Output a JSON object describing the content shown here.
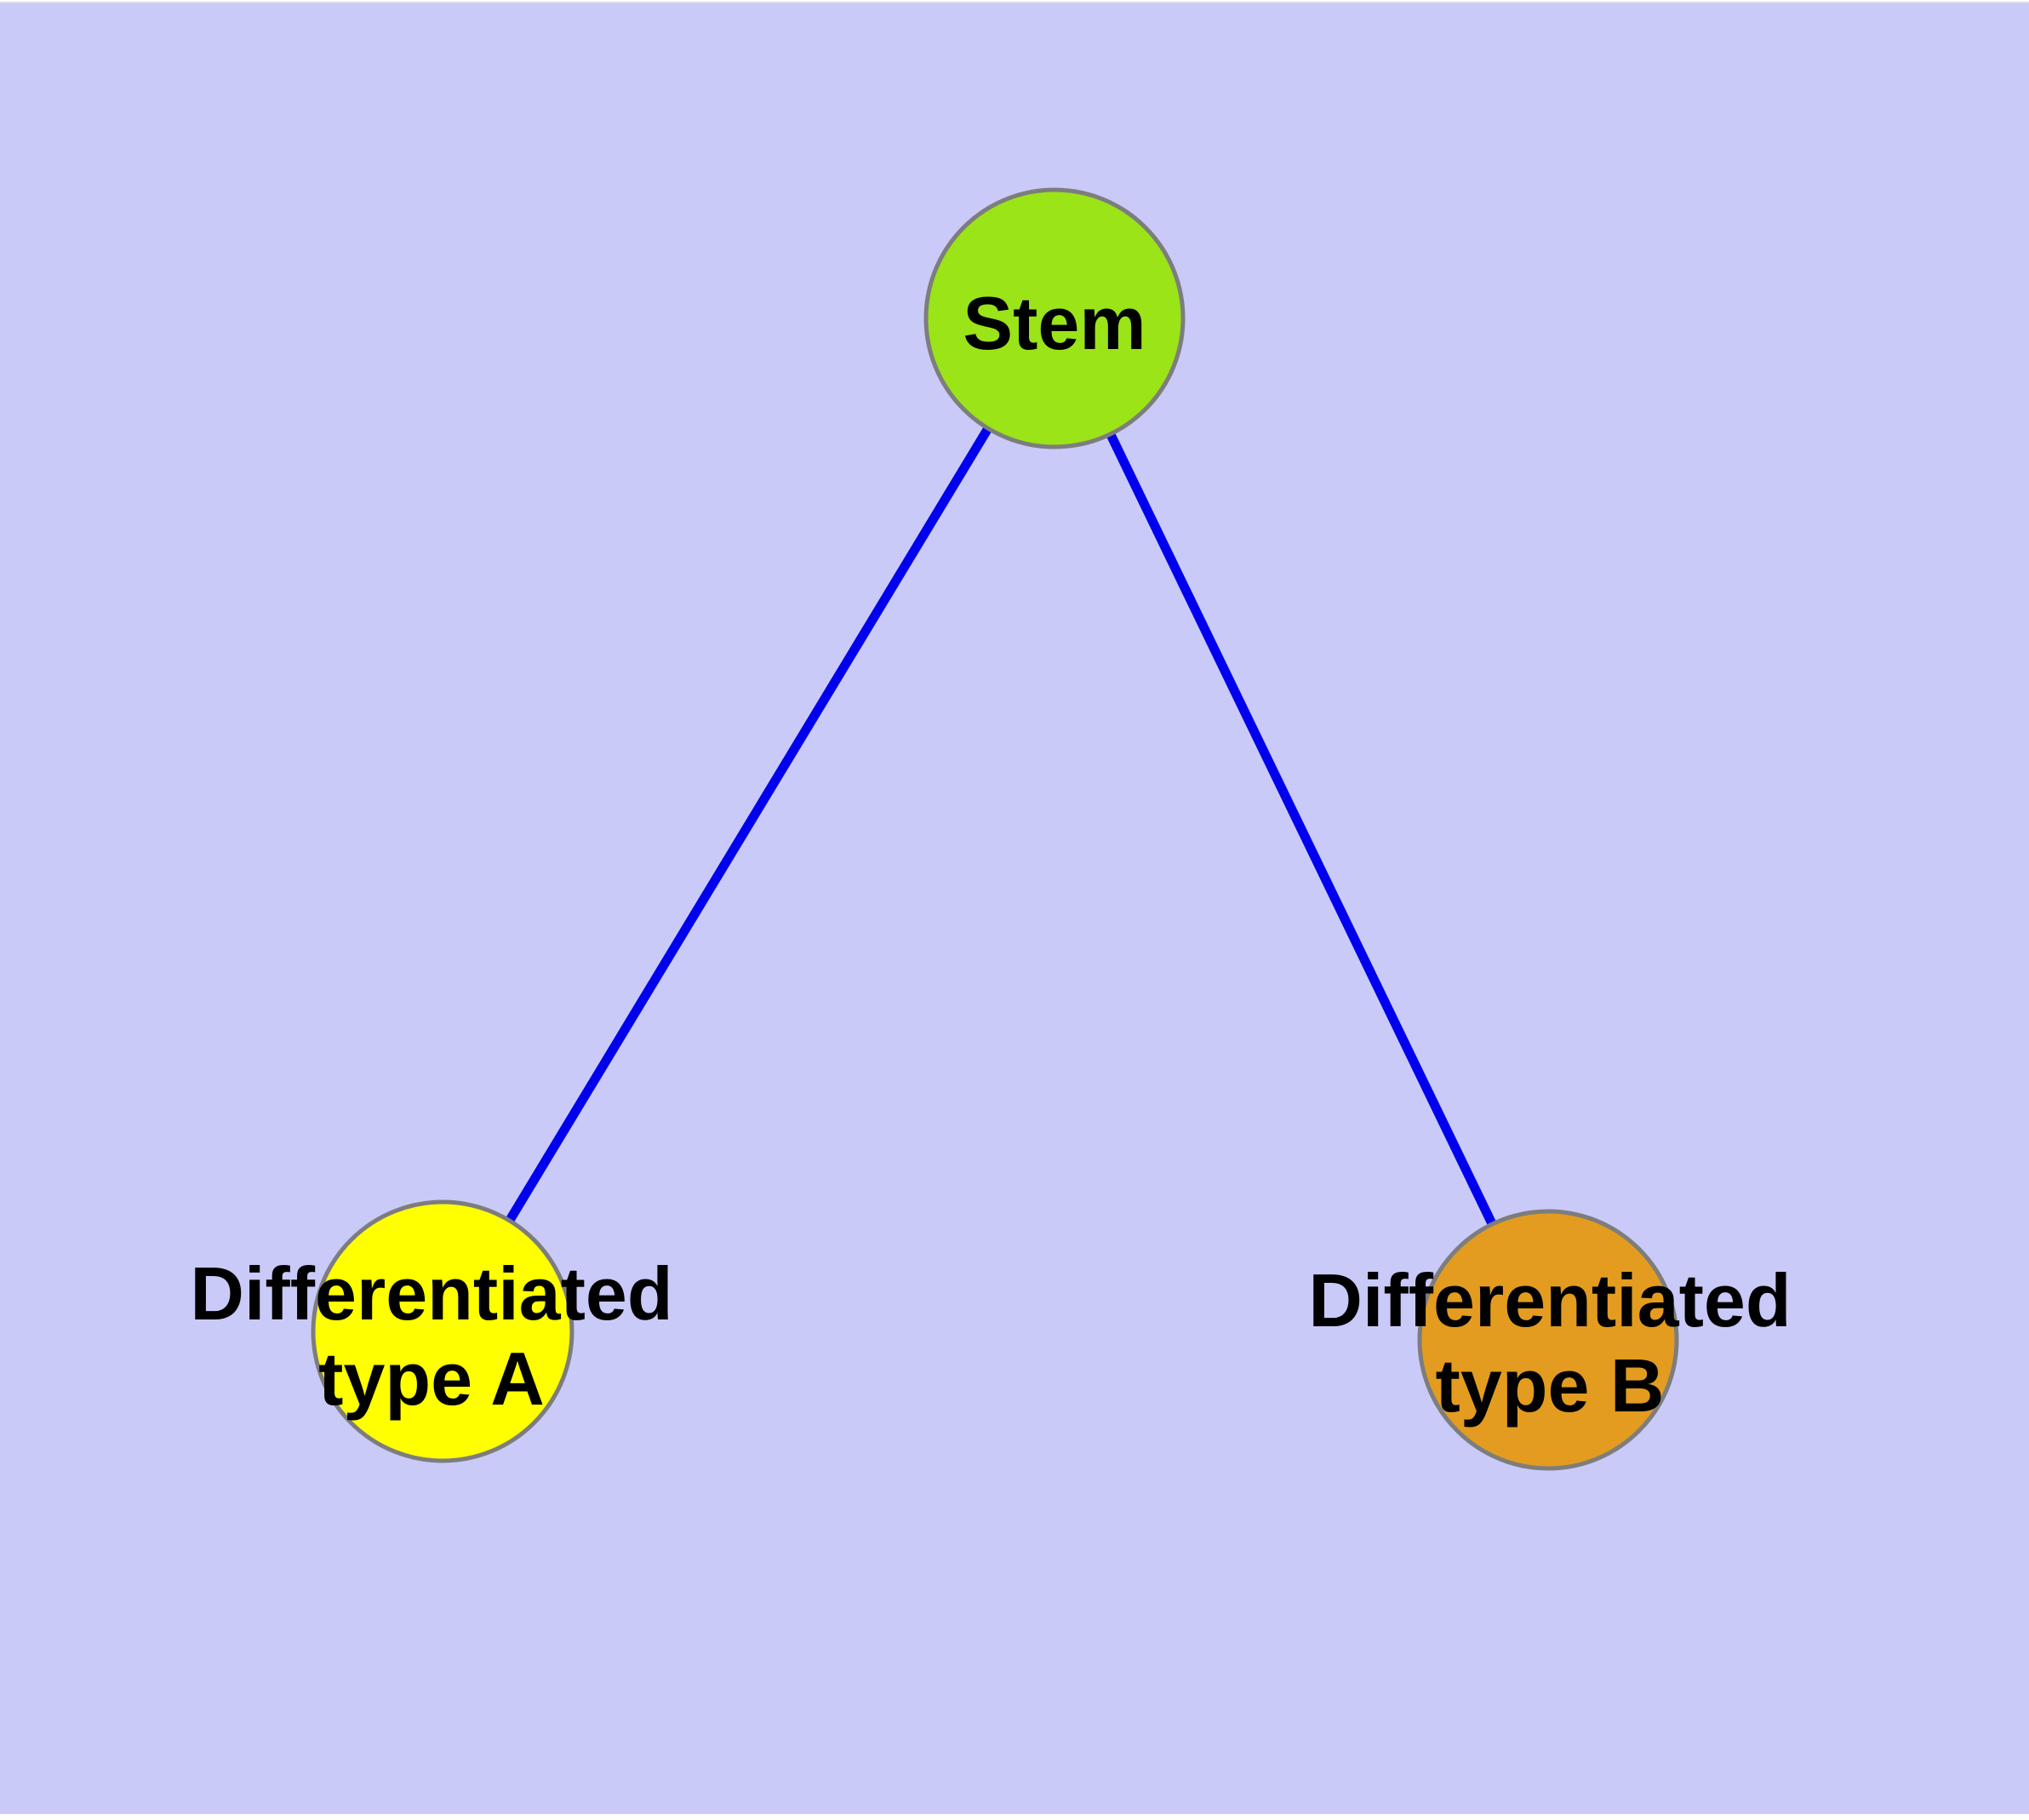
{
  "canvas": {
    "background": "#cacaf9"
  },
  "nodes": {
    "stem": {
      "label": "Stem",
      "fill": "#9ae417",
      "border": "#7d7d7d"
    },
    "type_a": {
      "lines": [
        "Differentiated",
        "type A"
      ],
      "fill": "#ffff00",
      "border": "#7d7d7d"
    },
    "type_b": {
      "lines": [
        "Differentiated",
        "type B"
      ],
      "fill": "#e39c1f",
      "border": "#7d7d7d"
    }
  },
  "edges": {
    "color": "#0000ee",
    "items": [
      {
        "from": "Stem",
        "to": "Differentiated type A"
      },
      {
        "from": "Stem",
        "to": "Differentiated type B"
      }
    ]
  }
}
